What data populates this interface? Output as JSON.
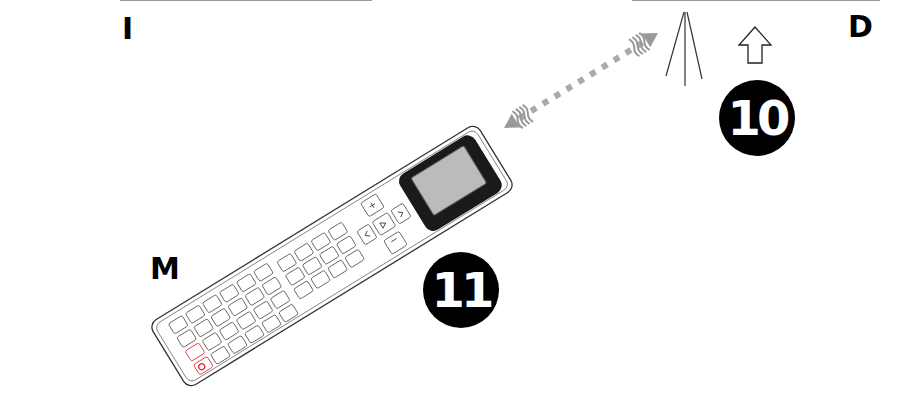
{
  "diagram": {
    "nodes": [
      {
        "text": [
          "10"
        ]
      },
      {
        "text": [
          "11"
        ]
      }
    ],
    "labels": [
      "I",
      "D",
      "M"
    ]
  }
}
